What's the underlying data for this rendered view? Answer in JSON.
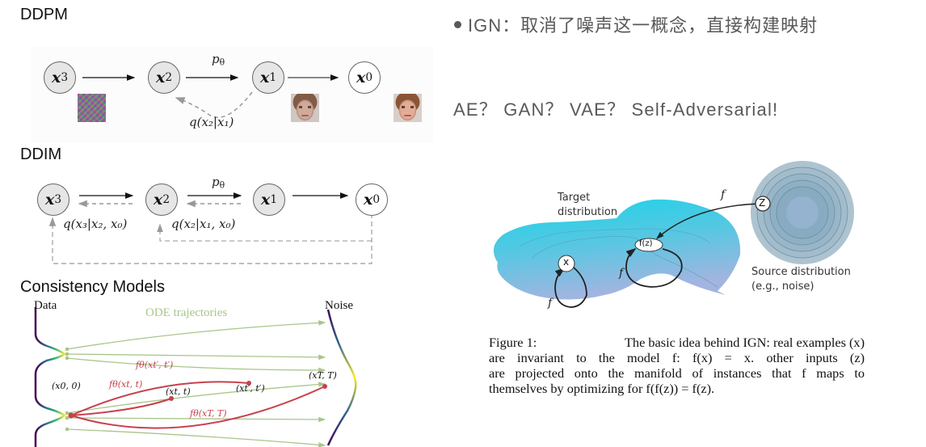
{
  "left": {
    "ddpm": {
      "title": "DDPM",
      "nodes": [
        "x",
        "x",
        "x",
        "x"
      ],
      "node_subs": [
        "3",
        "2",
        "1",
        "0"
      ],
      "forward_label": "p",
      "forward_label_sub": "θ",
      "reverse_label": "q(x₂|x₁)",
      "thumbnails": [
        "noise-image",
        "face-image-noisy",
        "face-image-clean"
      ]
    },
    "ddim": {
      "title": "DDIM",
      "nodes": [
        "x",
        "x",
        "x",
        "x"
      ],
      "node_subs": [
        "3",
        "2",
        "1",
        "0"
      ],
      "forward_label": "p",
      "forward_label_sub": "θ",
      "q_label_1": "q(x₃|x₂, x₀)",
      "q_label_2": "q(x₂|x₁, x₀)"
    },
    "consistency": {
      "title": "Consistency Models",
      "data_label": "Data",
      "noise_label": "Noise",
      "ode_label": "ODE trajectories",
      "f_label_tprime": "fθ(xt′, t′)",
      "f_label_t": "fθ(xt, t)",
      "f_label_T": "fθ(xT, T)",
      "point_x0": "(x0, 0)",
      "point_xt": "(xt, t)",
      "point_xtprime": "(xt′, t′)",
      "point_xT": "(xT, T)",
      "colors": {
        "ode": "#a8c68a",
        "consistency": "#c8404e"
      }
    }
  },
  "right": {
    "bullet_text": "IGN：取消了噪声这一概念，直接构建映射",
    "question_text": "AE？ GAN？ VAE？ Self-Adversarial!",
    "ign_figure": {
      "target_label_1": "Target",
      "target_label_2": "distribution",
      "source_label_1": "Source distribution",
      "source_label_2": "(e.g., noise)",
      "node_x": "x",
      "node_fz": "f(z)",
      "node_z": "Z",
      "f_label": "f",
      "colors": {
        "target_top": "#20cfe3",
        "target_bottom": "#9ab6e0",
        "source_outer": "#a9bfcd",
        "source_inner": "#93b3cb"
      }
    },
    "caption": {
      "lead": "Figure 1:",
      "line1": "The basic idea behind IGN: real examples (x)",
      "line2": "are invariant to the model f: f(x) = x. other inputs (z)",
      "line3": "are projected onto the manifold of instances that f maps to",
      "line4": "themselves by optimizing for f(f(z)) = f(z)."
    }
  }
}
